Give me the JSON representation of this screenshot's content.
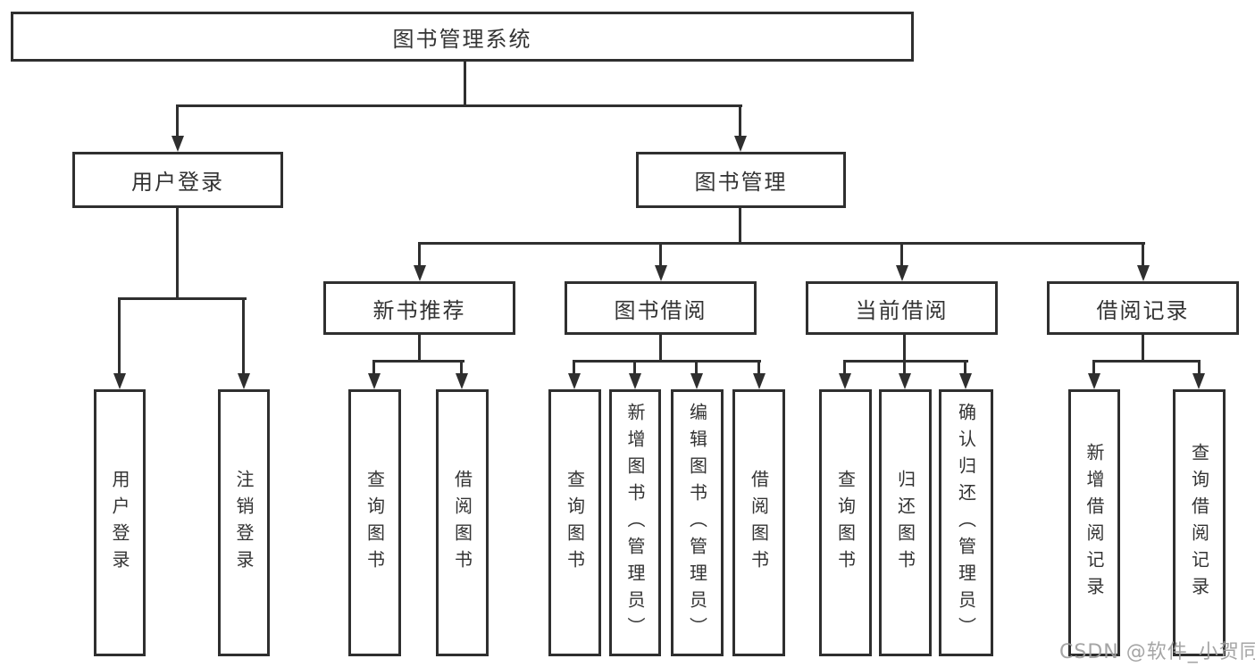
{
  "diagram": {
    "root": {
      "label": "图书管理系统"
    },
    "level2": [
      {
        "label": "用户登录"
      },
      {
        "label": "图书管理"
      }
    ],
    "level3": [
      {
        "label": "新书推荐"
      },
      {
        "label": "图书借阅"
      },
      {
        "label": "当前借阅"
      },
      {
        "label": "借阅记录"
      }
    ],
    "leaves": {
      "user": [
        "用户登录",
        "注销登录"
      ],
      "recommend": [
        "查询图书",
        "借阅图书"
      ],
      "borrow": [
        "查询图书",
        "新增图书（管理员）",
        "编辑图书（管理员）",
        "借阅图书"
      ],
      "current": [
        "查询图书",
        "归还图书",
        "确认归还（管理员）"
      ],
      "records": [
        "新增借阅记录",
        "查询借阅记录"
      ]
    }
  },
  "watermark": {
    "text": "CSDN @软件_小贺同学"
  },
  "colors": {
    "line": "#2f2f2f",
    "text": "#333333",
    "watermark": "#9e9e9e",
    "background": "#ffffff"
  }
}
